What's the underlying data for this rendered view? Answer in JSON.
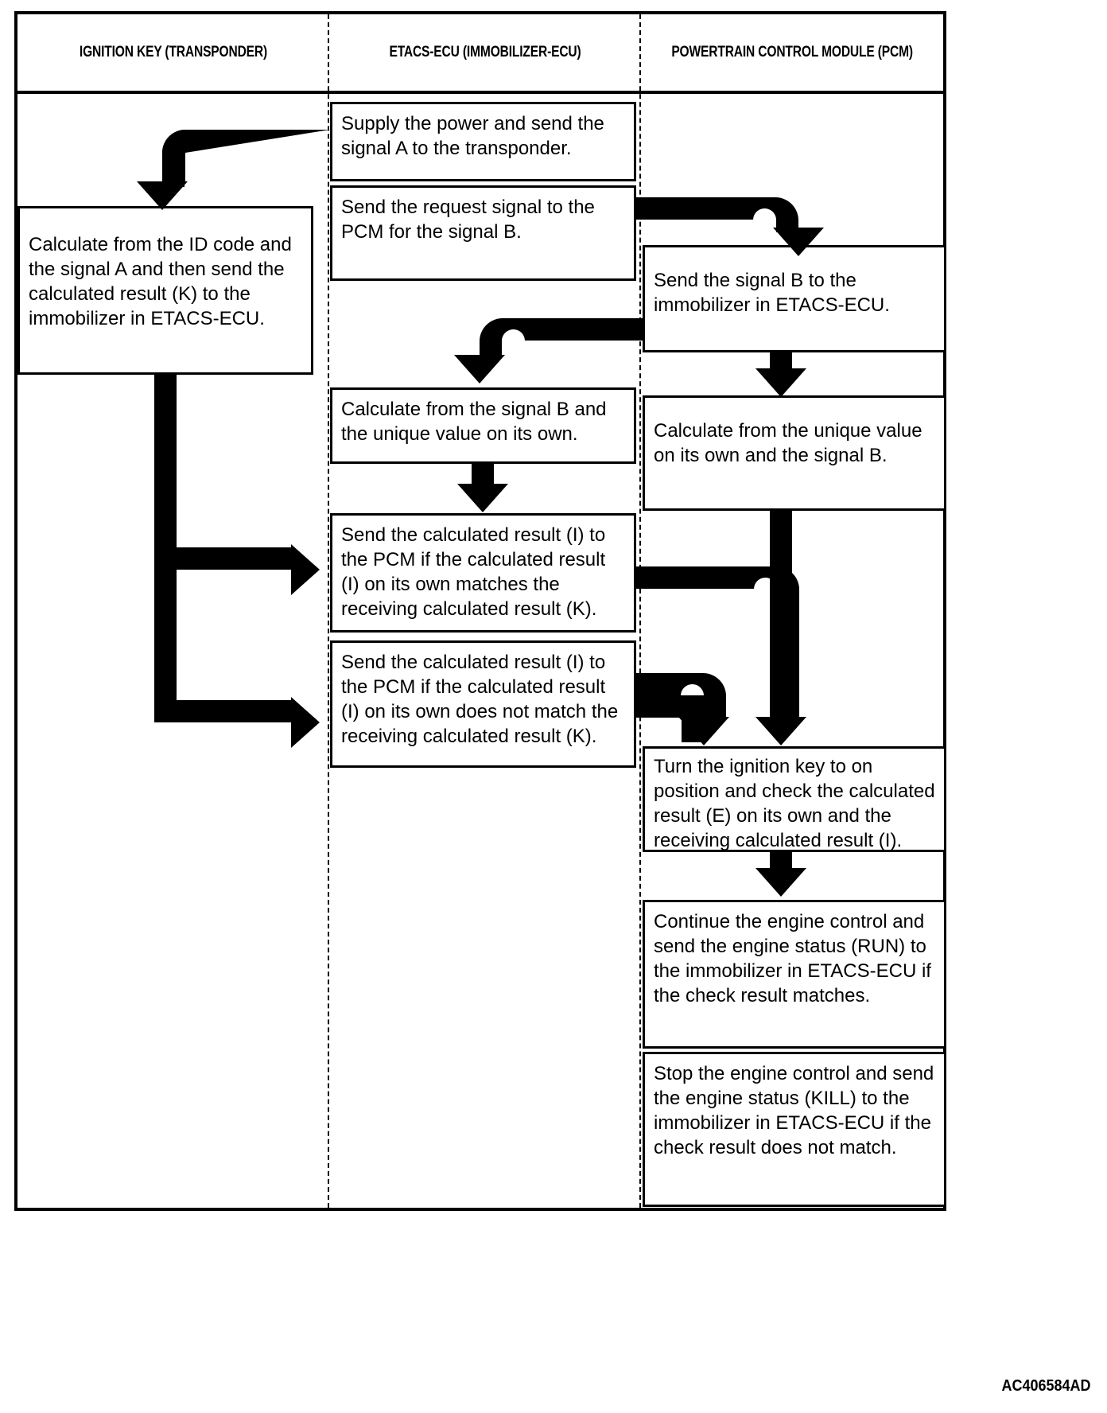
{
  "diagram": {
    "reference_code": "AC406584AD",
    "columns": [
      {
        "id": "ignition-key",
        "title": "IGNITION KEY (TRANSPONDER)"
      },
      {
        "id": "etacs-ecu",
        "title": "ETACS-ECU (IMMOBILIZER-ECU)"
      },
      {
        "id": "pcm",
        "title": "POWERTRAIN CONTROL MODULE (PCM)"
      }
    ],
    "boxes": [
      {
        "id": "etacs-supply-power",
        "column": "etacs-ecu",
        "text": "Supply the power and send the signal A to the transponder."
      },
      {
        "id": "etacs-request-signal-b",
        "column": "etacs-ecu",
        "text": "Send the request signal to the PCM for the signal B."
      },
      {
        "id": "key-calculate-k",
        "column": "ignition-key",
        "text": "Calculate from the ID code and the signal A and then send the calculated result (K) to the immobilizer in ETACS-ECU."
      },
      {
        "id": "pcm-send-signal-b",
        "column": "pcm",
        "text": "Send the signal B to the immobilizer in ETACS-ECU."
      },
      {
        "id": "etacs-calculate-unique",
        "column": "etacs-ecu",
        "text": "Calculate from the signal B and the unique value on its own."
      },
      {
        "id": "pcm-calculate-unique",
        "column": "pcm",
        "text": "Calculate from the unique value on its own and the signal B."
      },
      {
        "id": "etacs-send-i-match",
        "column": "etacs-ecu",
        "text": "Send the calculated result (I) to the PCM if the calculated result (I) on its own matches the receiving calculated result (K)."
      },
      {
        "id": "etacs-send-i-nomatch",
        "column": "etacs-ecu",
        "text": "Send the calculated result (I) to the PCM if the calculated result (I) on its own does not match the receiving calculated result (K)."
      },
      {
        "id": "pcm-turn-ignition-key",
        "column": "pcm",
        "text": "Turn the ignition key to on position and check the calculated result (E) on its own and the receiving calculated result (I)."
      },
      {
        "id": "pcm-continue-engine",
        "column": "pcm",
        "text": "Continue the engine control and send the engine status (RUN) to the immobilizer in ETACS-ECU if the check result matches."
      },
      {
        "id": "pcm-stop-engine",
        "column": "pcm",
        "text": "Stop the engine control and send the engine status (KILL) to the immobilizer in ETACS-ECU if the check result does not match."
      }
    ]
  }
}
